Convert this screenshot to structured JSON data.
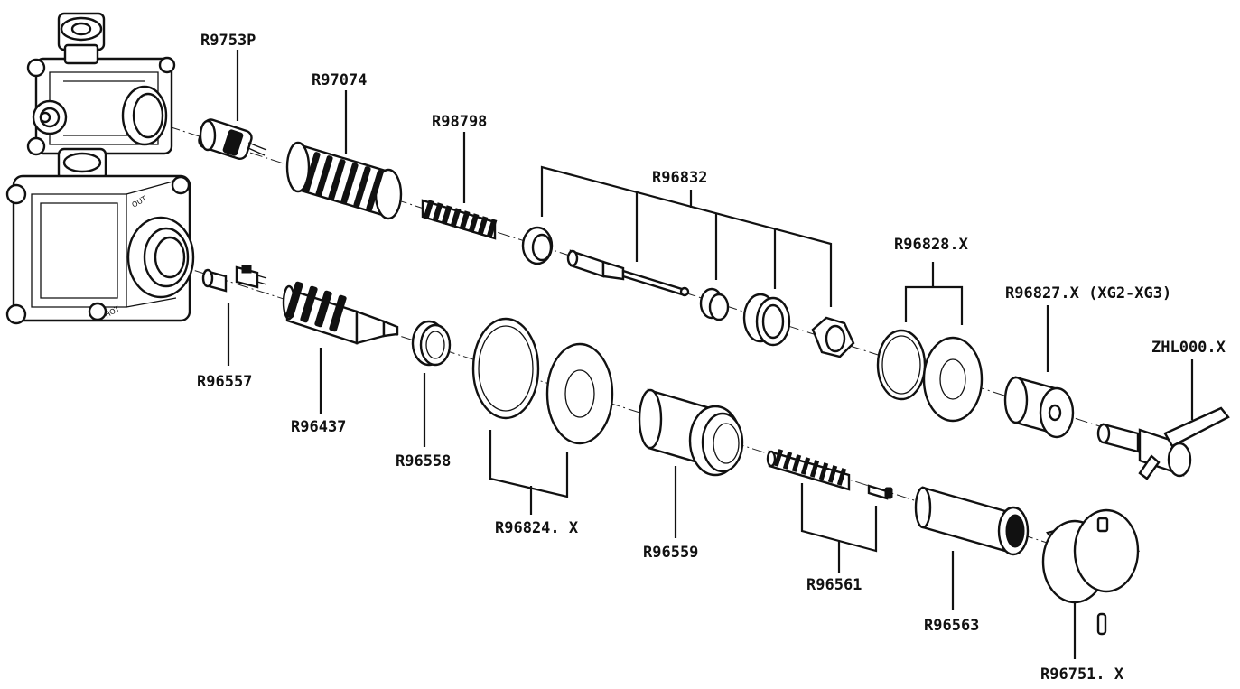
{
  "diagram": {
    "colors": {
      "ink": "#111111",
      "background": "#ffffff"
    },
    "body_marks": {
      "top": "OUT",
      "bottom": "HOT"
    },
    "labels": {
      "R9753P": "R9753P",
      "R97074": "R97074",
      "R98798": "R98798",
      "R96832": "R96832",
      "R96828X": "R96828.X",
      "R96827X": "R96827.X (XG2-XG3)",
      "ZHL000X": "ZHL000.X",
      "R96557": "R96557",
      "R96437": "R96437",
      "R96558": "R96558",
      "R96824X": "R96824. X",
      "R96559": "R96559",
      "R96561": "R96561",
      "R96563": "R96563",
      "R96751X": "R96751. X"
    }
  }
}
